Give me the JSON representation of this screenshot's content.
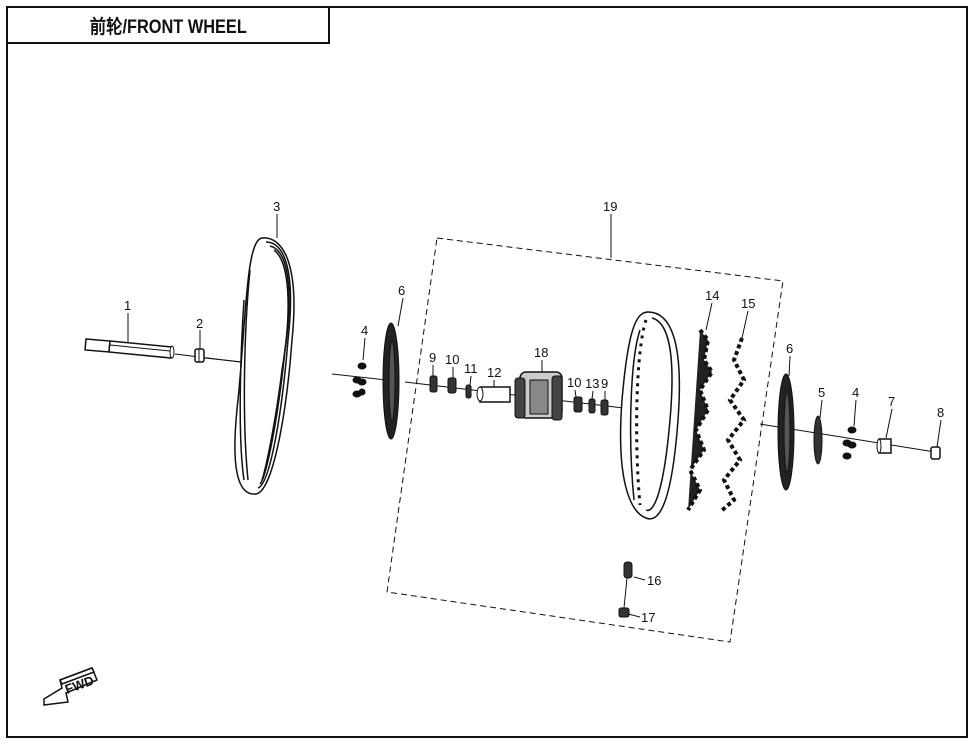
{
  "title": "前轮/FRONT WHEEL",
  "fwd_label": "FWD",
  "callouts": {
    "c1": "1",
    "c2": "2",
    "c3": "3",
    "c4a": "4",
    "c4b": "4",
    "c5": "5",
    "c6a": "6",
    "c6b": "6",
    "c7": "7",
    "c8": "8",
    "c9a": "9",
    "c9b": "9",
    "c10a": "10",
    "c10b": "10",
    "c11": "11",
    "c12": "12",
    "c13": "13",
    "c14": "14",
    "c15": "15",
    "c16": "16",
    "c17": "17",
    "c18": "18",
    "c19": "19"
  },
  "colors": {
    "line": "#111111",
    "background": "#ffffff"
  }
}
